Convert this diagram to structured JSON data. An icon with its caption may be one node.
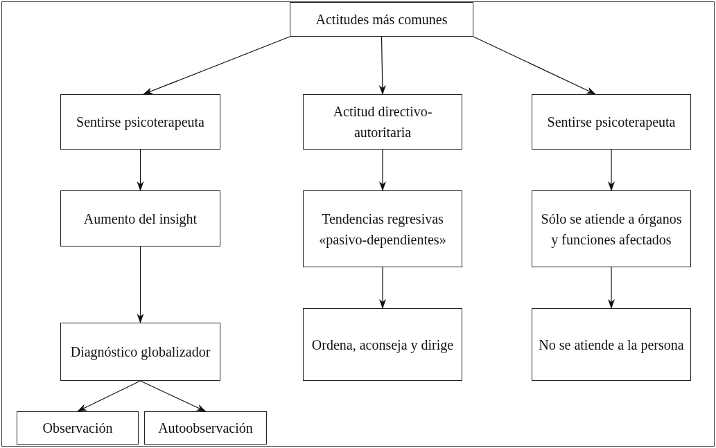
{
  "diagram": {
    "nodes": [
      {
        "text": [
          "Actitudes más comunes"
        ]
      },
      {
        "text": [
          "Sentirse psicoterapeuta"
        ]
      },
      {
        "text": [
          "Actitud directivo-autoritaria"
        ]
      },
      {
        "text": [
          "Sentirse psicoterapeuta"
        ]
      },
      {
        "text": [
          "Aumento del insight"
        ]
      },
      {
        "text": [
          "Tendencias regresivas «pasivo-dependientes»"
        ]
      },
      {
        "text": [
          "Sólo se atiende a órganos y funciones afectados"
        ]
      },
      {
        "text": [
          "Diagnóstico globalizador"
        ]
      },
      {
        "text": [
          "Ordena, aconseja y dirige"
        ]
      },
      {
        "text": [
          "No se atiende a la persona"
        ]
      },
      {
        "text": [
          "Observación"
        ]
      },
      {
        "text": [
          "Autoobservación"
        ]
      }
    ],
    "edges": [
      {
        "from": 0,
        "to": 1,
        "arrow": "to"
      },
      {
        "from": 0,
        "to": 2,
        "arrow": "to"
      },
      {
        "from": 0,
        "to": 3,
        "arrow": "to"
      },
      {
        "from": 1,
        "to": 4,
        "arrow": "to"
      },
      {
        "from": 2,
        "to": 5,
        "arrow": "to"
      },
      {
        "from": 3,
        "to": 6,
        "arrow": "to"
      },
      {
        "from": 4,
        "to": 7,
        "arrow": "to"
      },
      {
        "from": 5,
        "to": 8,
        "arrow": "to"
      },
      {
        "from": 6,
        "to": 9,
        "arrow": "to"
      },
      {
        "from": 7,
        "to": 10,
        "arrow": "to"
      },
      {
        "from": 7,
        "to": 11,
        "arrow": "to"
      }
    ]
  }
}
